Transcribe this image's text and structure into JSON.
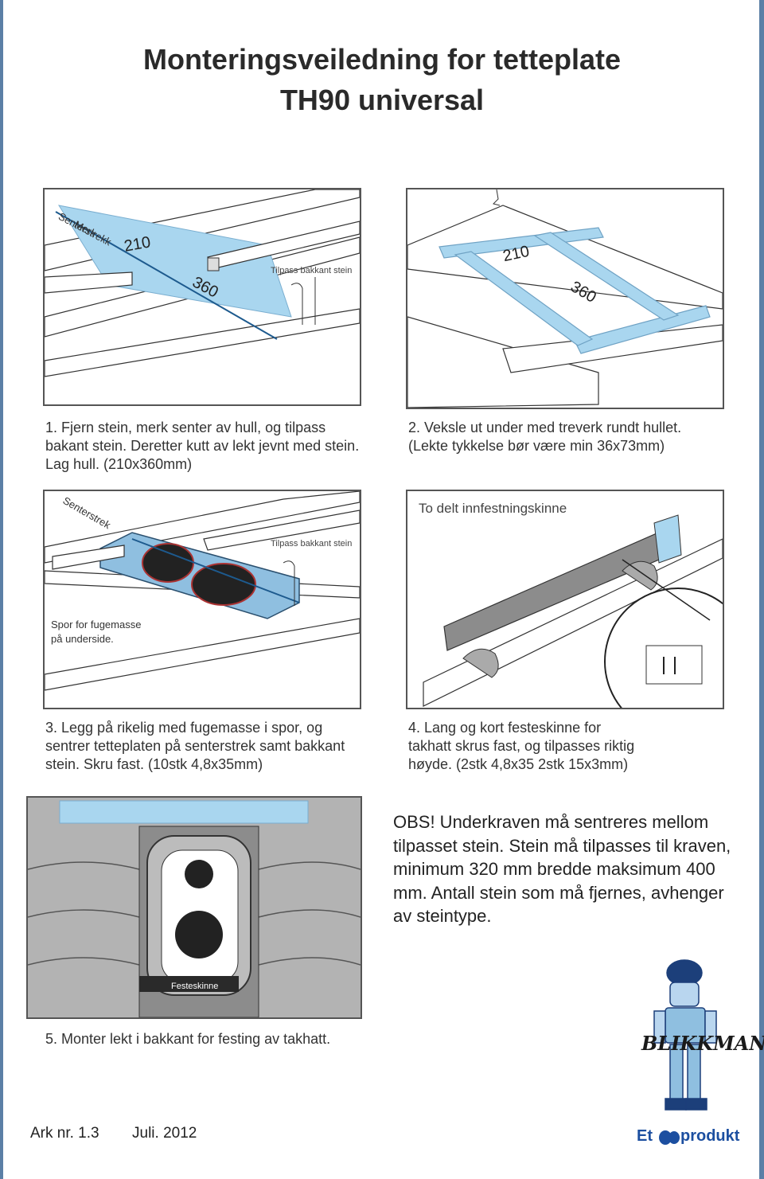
{
  "title": {
    "line1": "Monteringsveiledning for tetteplate",
    "line2": "TH90 universal"
  },
  "step1": {
    "label_merk": "Merk",
    "label_senterstrekk": "Senterstrekk",
    "dim_210": "210",
    "dim_360": "360",
    "label_tilpass": "Tilpass bakkant stein",
    "caption": "1.  Fjern stein, merk senter av hull, og tilpass bakant stein. Deretter kutt av lekt jevnt med stein. Lag hull. (210x360mm)"
  },
  "step2": {
    "dim_210": "210",
    "dim_360": "360",
    "caption_line1": "2. Veksle ut under med treverk  rundt hullet.",
    "caption_line2": "(Lekte tykkelse bør være min 36x73mm)"
  },
  "step3": {
    "label_senterstrek": "Senterstrek",
    "label_tilpass": "Tilpass bakkant stein",
    "label_spor_line1": "Spor for fugemasse",
    "label_spor_line2": "på underside.",
    "caption": "3. Legg på rikelig med fugemasse i spor, og sentrer tetteplaten på senterstrek samt bakkant stein. Skru fast. (10stk 4,8x35mm)"
  },
  "step4": {
    "label_to_delt": "To delt innfestningskinne",
    "caption": "4. Lang og kort festeskinne for takhatt skrus fast, og tilpasses riktig høyde. (2stk 4,8x35 2stk 15x3mm)"
  },
  "step5": {
    "label_festeskinne": "Festeskinne",
    "caption": "5. Monter lekt i bakkant for festing av takhatt."
  },
  "obs": {
    "text": "OBS! Underkraven må sentreres mellom tilpasset stein. Stein må tilpasses til kraven, minimum 320 mm bredde maksimum 400 mm. Antall stein som må fjernes, avhenger av steintype."
  },
  "footer": {
    "ark": "Ark  nr.  1.3",
    "date": "Juli.  2012"
  },
  "logo": {
    "brand": "BLIKKMANN",
    "et": "Et",
    "produkt": "produkt"
  },
  "colors": {
    "accent_blue": "#a9d6ef",
    "edge_blue": "#5b7fa6",
    "plate_blue": "#8fbfe0",
    "tile_gray": "#b3b3b3"
  }
}
